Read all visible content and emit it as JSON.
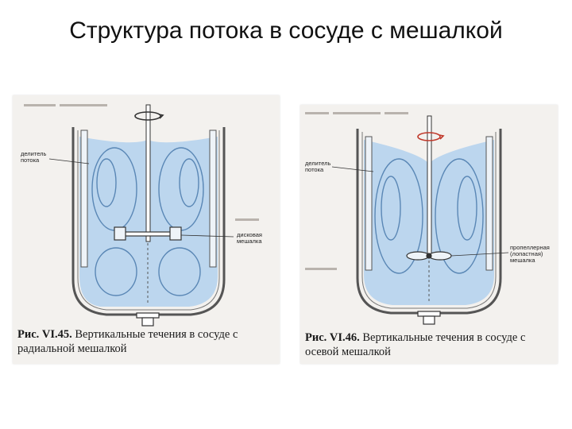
{
  "slide": {
    "title": "Структура потока в сосуде с мешалкой"
  },
  "figure_left": {
    "caption_num": "Рис. VI.45.",
    "caption_text": "Вертикальные течения в сосуде с радиальной мешалкой",
    "label_divider": "делитель потока",
    "label_impeller": "дисковая мешалка",
    "colors": {
      "liquid": "#bcd6ee",
      "wall": "#555555",
      "flow": "#5a87b5"
    }
  },
  "figure_right": {
    "caption_num": "Рис. VI.46.",
    "caption_text": "Вертикальные течения в сосуде с осевой мешалкой",
    "label_divider": "делитель потока",
    "label_impeller": "пропеллерная (лопастная) мешалка",
    "colors": {
      "liquid": "#bcd6ee",
      "wall": "#555555",
      "flow": "#5a87b5"
    }
  }
}
